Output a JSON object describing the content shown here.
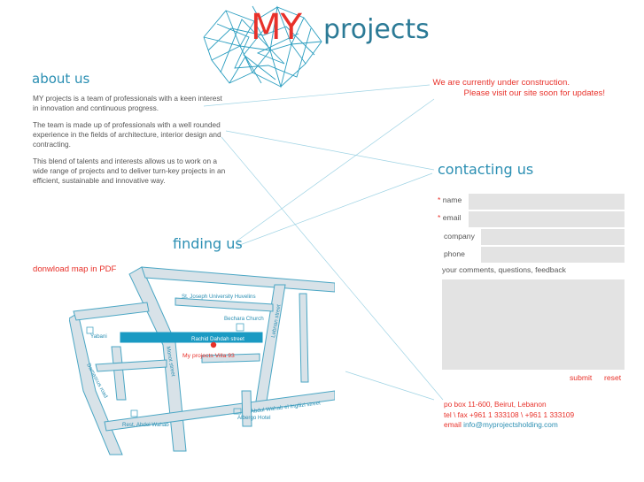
{
  "logo": {
    "my": "MY",
    "projects": "projects"
  },
  "about": {
    "heading": "about us",
    "paragraphs": [
      "MY projects is a team of professionals with a keen interest in innovation and continuous progress.",
      "The team is made up of professionals with a well rounded experience in the fields of architecture, interior design and contracting.",
      "This blend of talents and interests allows us to work on a wide range of projects and to deliver turn-key projects in an efficient, sustainable and innovative way."
    ]
  },
  "construction": {
    "line1": "We are currently under construction.",
    "line2": "Please visit our site soon for updates!"
  },
  "contact": {
    "heading": "contacting us",
    "required_mark": "*",
    "name_label": "name",
    "email_label": "email",
    "company_label": "company",
    "phone_label": "phone",
    "comments_label": "your comments, questions, feedback",
    "submit_label": "submit",
    "reset_label": "reset",
    "po_box": "po box 11-600, Beirut, Lebanon",
    "telfax": "tel \\ fax +961 1 333108 \\ +961 1 333109",
    "email_prefix": "email",
    "email_address": "info@myprojectsholding.com"
  },
  "finding": {
    "heading": "finding us",
    "download_link": "donwload map in PDF"
  },
  "map": {
    "labels": {
      "st_joseph": "St. Joseph University Huvelins",
      "bechara": "Bechara Church",
      "rachid": "Rachid Dahdah street",
      "villa": "My projects Villa 93",
      "yabani": "Yabani",
      "damascus": "Damascus road",
      "monot": "Monot street",
      "lebnan": "Lebnan street",
      "abdul_wahab": "Abdul Wahab el Ingilizi street",
      "albergo": "Albergo Hotel",
      "rest": "Rest. Abdel Wahab"
    }
  },
  "colors": {
    "accent_red": "#e8312a",
    "accent_blue": "#2b8fb3",
    "road_fill": "#d8e2e8",
    "road_stroke": "#4aa6c4"
  }
}
